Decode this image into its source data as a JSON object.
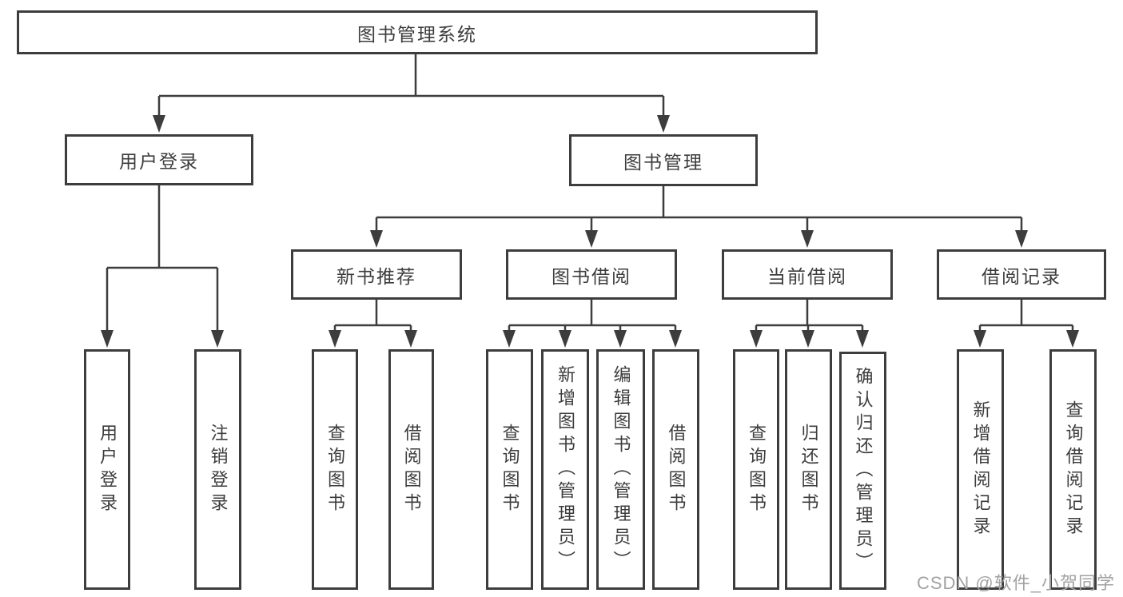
{
  "diagram": {
    "title": "图书管理系统",
    "branches": [
      {
        "label": "用户登录",
        "children": [
          {
            "label": "用户登录"
          },
          {
            "label": "注销登录"
          }
        ]
      },
      {
        "label": "图书管理",
        "children": [
          {
            "label": "新书推荐",
            "children": [
              {
                "label": "查询图书"
              },
              {
                "label": "借阅图书"
              }
            ]
          },
          {
            "label": "图书借阅",
            "children": [
              {
                "label": "查询图书"
              },
              {
                "label": "新增图书（管理员）"
              },
              {
                "label": "编辑图书（管理员）"
              },
              {
                "label": "借阅图书"
              }
            ]
          },
          {
            "label": "当前借阅",
            "children": [
              {
                "label": "查询图书"
              },
              {
                "label": "归还图书"
              },
              {
                "label": "确认归还（管理员）"
              }
            ]
          },
          {
            "label": "借阅记录",
            "children": [
              {
                "label": "新增借阅记录"
              },
              {
                "label": "查询借阅记录"
              }
            ]
          }
        ]
      }
    ]
  },
  "watermark": "CSDN @软件_小贺同学",
  "colors": {
    "line": "#3d3d3d",
    "text": "#3d3d3d",
    "watermark": "#a2a2a2",
    "background": "#ffffff"
  }
}
